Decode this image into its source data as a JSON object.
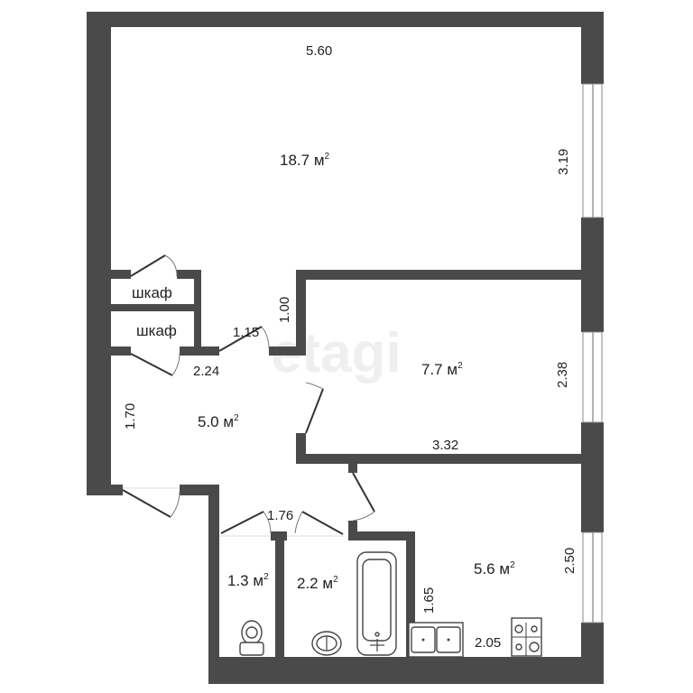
{
  "watermark": "etagi",
  "units": {
    "area_unit": "м",
    "area_sup": "2"
  },
  "rooms": [
    {
      "name": "room-large",
      "area": "18.7",
      "width": "5.60",
      "height": "3.19"
    },
    {
      "name": "room-small",
      "area": "7.7",
      "width": "3.32",
      "height": "2.38"
    },
    {
      "name": "hallway",
      "area": "5.0",
      "width": "2.24",
      "height": "1.70"
    },
    {
      "name": "toilet",
      "area": "1.3"
    },
    {
      "name": "bathroom",
      "area": "2.2"
    },
    {
      "name": "kitchen",
      "area": "5.6",
      "width": "2.05",
      "height": "2.50",
      "side": "1.65"
    }
  ],
  "closets": [
    {
      "label": "шкаф"
    },
    {
      "label": "шкаф"
    }
  ],
  "corridor": {
    "length": "1.15",
    "width": "1.00",
    "wc_passage": "1.76"
  },
  "colors": {
    "wall": "#4a4a4a",
    "background": "#ffffff",
    "text": "#222222"
  }
}
